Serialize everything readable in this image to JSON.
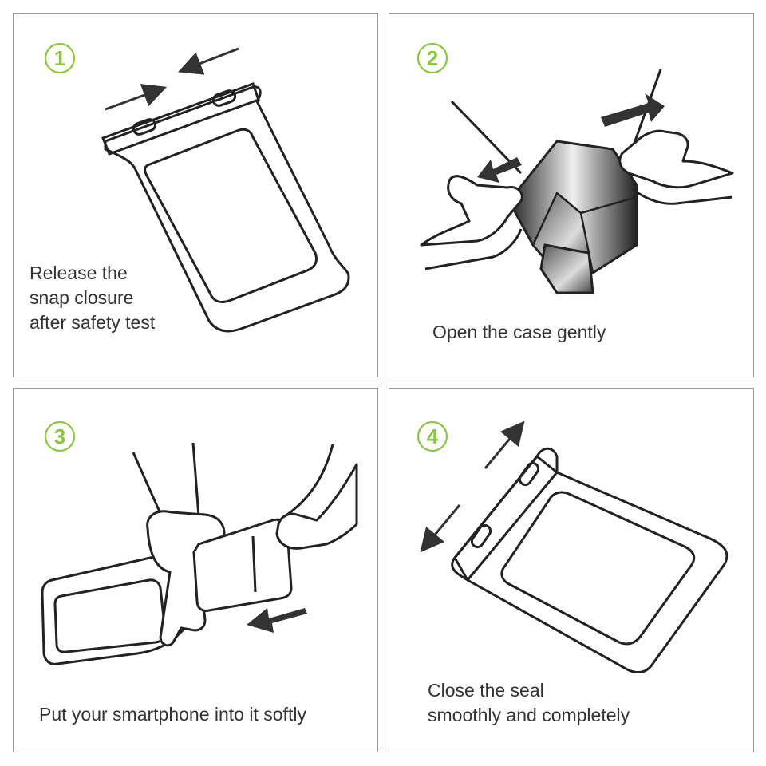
{
  "colors": {
    "accent": "#8cc63f",
    "border": "#9a9a9a",
    "line": "#222222",
    "text": "#333333"
  },
  "steps": [
    {
      "number": "1",
      "caption": [
        "Release the",
        "snap closure",
        "after safety test"
      ]
    },
    {
      "number": "2",
      "caption": [
        "Open the case gently"
      ]
    },
    {
      "number": "3",
      "caption": [
        "Put your smartphone into it softly"
      ]
    },
    {
      "number": "4",
      "caption": [
        "Close the seal",
        "smoothly and completely"
      ]
    }
  ]
}
